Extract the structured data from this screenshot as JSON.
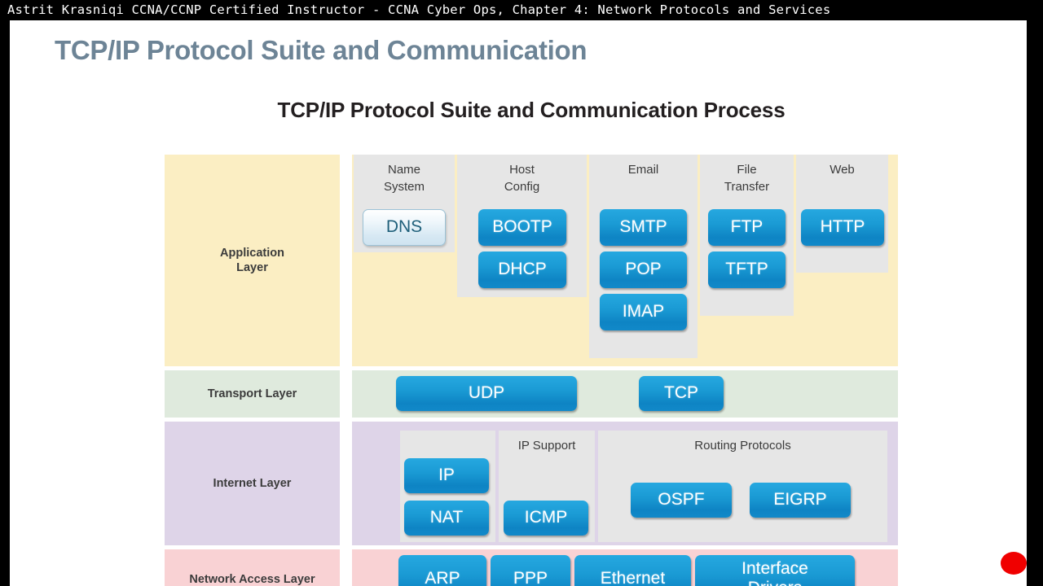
{
  "banner": {
    "text": "Astrit Krasniqi CCNA/CCNP Certified Instructor - CCNA Cyber Ops, Chapter 4: Network Protocols and Services"
  },
  "slide": {
    "title": "TCP/IP Protocol Suite and Communication",
    "title_color": "#6d8496"
  },
  "diagram": {
    "title": "TCP/IP Protocol Suite and Communication Process",
    "colors": {
      "application_layer_bg": "#fbeec3",
      "transport_layer_bg": "#dfeadd",
      "internet_layer_bg": "#ded4e8",
      "network_access_layer_bg": "#f9d2d4",
      "group_panel_bg": "#e6e6e6",
      "protocol_box_blue": "#1a9ad4",
      "highlighted_box": "#eef6fb"
    },
    "layers": [
      {
        "name": "application",
        "label": "Application\nLayer",
        "label_line1": "Application",
        "label_line2": "Layer",
        "groups": [
          {
            "title_line1": "Name",
            "title_line2": "System",
            "boxes": [
              {
                "label": "DNS",
                "highlighted": true
              }
            ]
          },
          {
            "title_line1": "Host",
            "title_line2": "Config",
            "boxes": [
              {
                "label": "BOOTP",
                "highlighted": false
              },
              {
                "label": "DHCP",
                "highlighted": false
              }
            ]
          },
          {
            "title_line1": "Email",
            "title_line2": "",
            "boxes": [
              {
                "label": "SMTP",
                "highlighted": false
              },
              {
                "label": "POP",
                "highlighted": false
              },
              {
                "label": "IMAP",
                "highlighted": false
              }
            ]
          },
          {
            "title_line1": "File",
            "title_line2": "Transfer",
            "boxes": [
              {
                "label": "FTP",
                "highlighted": false
              },
              {
                "label": "TFTP",
                "highlighted": false
              }
            ]
          },
          {
            "title_line1": "Web",
            "title_line2": "",
            "boxes": [
              {
                "label": "HTTP",
                "highlighted": false
              }
            ]
          }
        ]
      },
      {
        "name": "transport",
        "label": "Transport Layer",
        "boxes": [
          {
            "label": "UDP"
          },
          {
            "label": "TCP"
          }
        ]
      },
      {
        "name": "internet",
        "label": "Internet Layer",
        "groups": [
          {
            "title_line1": "",
            "title_line2": "",
            "boxes": [
              {
                "label": "IP"
              },
              {
                "label": "NAT"
              }
            ]
          },
          {
            "title_line1": "IP Support",
            "title_line2": "",
            "boxes": [
              {
                "label": "ICMP"
              }
            ]
          },
          {
            "title_line1": "Routing Protocols",
            "title_line2": "",
            "boxes": [
              {
                "label": "OSPF"
              },
              {
                "label": "EIGRP"
              }
            ]
          }
        ]
      },
      {
        "name": "network_access",
        "label": "Network Access Layer",
        "boxes": [
          {
            "label": "ARP"
          },
          {
            "label": "PPP"
          },
          {
            "label": "Ethernet"
          },
          {
            "label": "Interface Drivers",
            "line1": "Interface",
            "line2": "Drivers"
          }
        ]
      }
    ]
  },
  "indicators": {
    "recording_dot_color": "#f00000"
  }
}
